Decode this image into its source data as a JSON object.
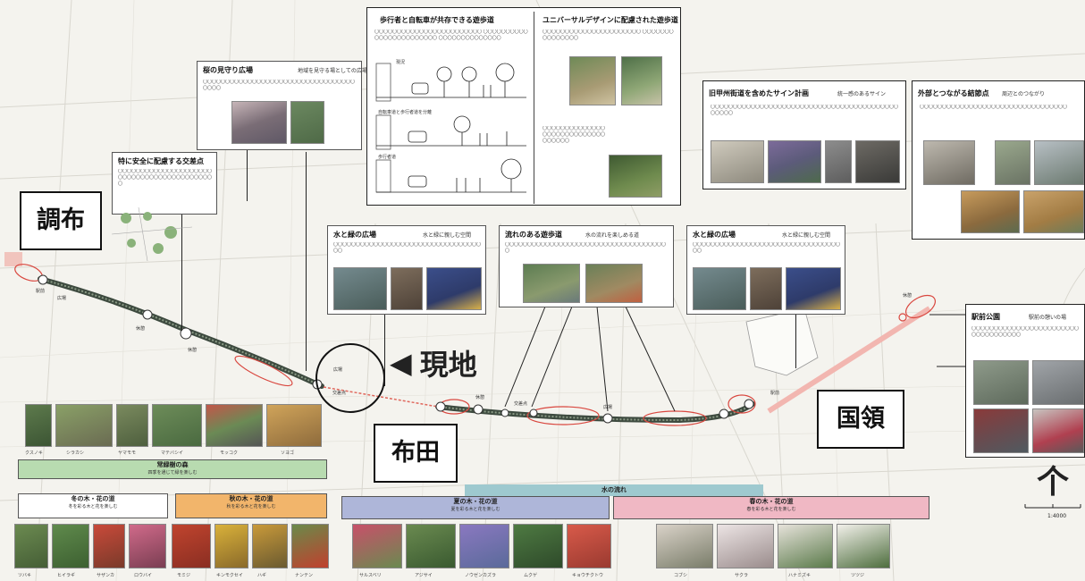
{
  "map": {
    "labels": {
      "chofu": "調布",
      "fuda": "布田",
      "kokuryo": "国領",
      "current_location": "現地",
      "current_location_arrow": "◀"
    },
    "north_arrow": "个",
    "scale_text": "1:4000",
    "route_stops": [
      "駅前",
      "広場",
      "休憩",
      "休憩",
      "広場",
      "交差点",
      "休憩",
      "交差点",
      "広場",
      "駅前",
      "休憩"
    ],
    "colors": {
      "route": "#3d4a3f",
      "highlight_ellipse": "#d9473f",
      "autumn_band": "#f2b56b",
      "summer_band": "#aeb6d9",
      "spring_band": "#f0b8c4",
      "evergreen_band": "#b8dbb0",
      "water_band": "#9ec9cf"
    }
  },
  "panels": {
    "top_left_1": {
      "title": "歩行者と自転車が共存できる遊歩道",
      "diagram_labels": [
        "現況",
        "自転車道と歩行者道を分離",
        "歩行者道"
      ]
    },
    "top_left_2": {
      "title": "ユニバーサルデザインに配慮された遊歩道"
    },
    "sakura": {
      "title": "桜の見守り広場",
      "subtitle": "地域を見守る場としての広場"
    },
    "crossing": {
      "title": "特に安全に配慮する交差点"
    },
    "water1": {
      "title": "水と緑の広場",
      "subtitle": "水と緑に親しむ空間"
    },
    "stream": {
      "title": "流れのある遊歩道",
      "subtitle": "水の流れを楽しめる道"
    },
    "water2": {
      "title": "水と緑の広場",
      "subtitle": "水と緑に親しむ空間"
    },
    "sign": {
      "title": "旧甲州街道を含めたサイン計画",
      "subtitle": "統一感のあるサイン"
    },
    "outer": {
      "title": "外部とつながる結節点",
      "subtitle": "周辺とのつながり"
    },
    "station": {
      "title": "駅前公園",
      "subtitle": "駅前の憩いの場"
    }
  },
  "bands": {
    "evergreen": {
      "title": "常緑樹の森",
      "sub": "四季を通じて緑を楽しむ"
    },
    "winter": {
      "title": "冬の木・花の道",
      "sub": "冬を彩る木と花を楽しむ"
    },
    "autumn": {
      "title": "秋の木・花の道",
      "sub": "秋を彩る木と花を楽しむ"
    },
    "summer": {
      "title": "夏の木・花の道",
      "sub": "夏を彩る木と花を楽しむ"
    },
    "water": {
      "title": "水の流れ"
    },
    "spring": {
      "title": "春の木・花の道",
      "sub": "春を彩る木と花を楽しむ"
    }
  },
  "species": {
    "winter": [
      "ツバキ",
      "ヒイラギ",
      "サザンカ",
      "ロウバイ"
    ],
    "autumn": [
      "モミジ",
      "キンモクセイ",
      "ハギ",
      "ナンテン"
    ],
    "summer": [
      "サルスベリ",
      "アジサイ",
      "ノウゼンカズラ",
      "ムクゲ",
      "キョウチクトウ"
    ],
    "spring": [
      "コブシ",
      "サクラ",
      "ハナミズキ",
      "ツツジ"
    ],
    "evergreen": [
      "クスノキ",
      "シラカシ",
      "ヤマモモ",
      "マテバシイ",
      "モッコク",
      "ソヨゴ"
    ]
  }
}
